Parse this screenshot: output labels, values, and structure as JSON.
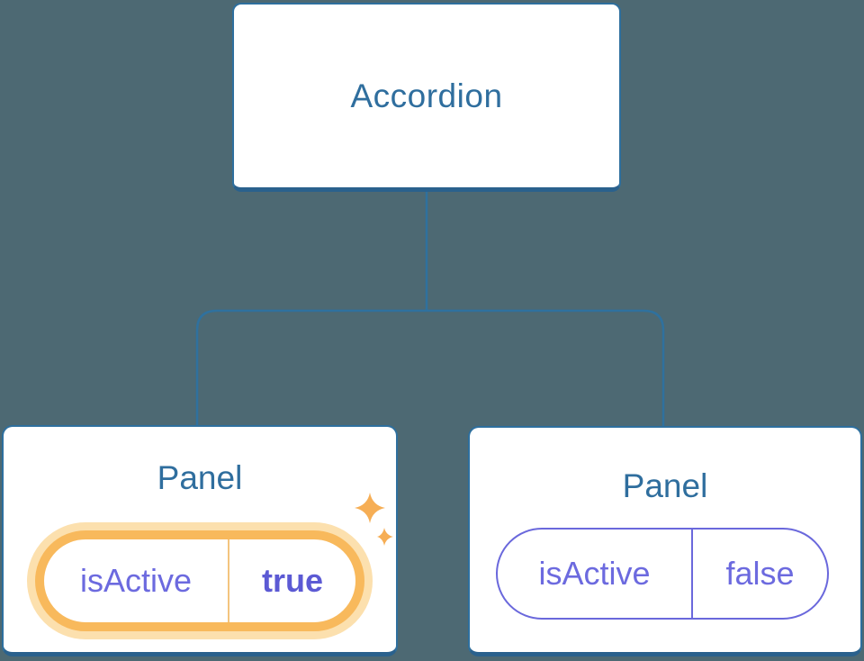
{
  "tree": {
    "root": {
      "label": "Accordion"
    },
    "children": [
      {
        "label": "Panel",
        "prop": {
          "name": "isActive",
          "value": "true"
        },
        "highlighted": true
      },
      {
        "label": "Panel",
        "prop": {
          "name": "isActive",
          "value": "false"
        },
        "highlighted": false
      }
    ]
  },
  "icons": {
    "sparkles": "state-updated sparkle glyphs (two 4-point stars)"
  },
  "colors": {
    "background": "#4D6973",
    "node_border_blue": "#2E6F9E",
    "node_border_bottom_blue": "#2A618D",
    "node_text_blue": "#2F6E9E",
    "connector_blue": "#2F719E",
    "highlight_orange": "#F8B95C",
    "highlight_halo_orange": "#FCE0AE",
    "highlight_divider_orange": "#F3C47E",
    "sparkle_orange": "#F6AE55",
    "prop_text_purple": "#6C6ADF",
    "prop_value_bold_purple": "#5C5AD4",
    "pill_border_purple": "#6A68DC"
  }
}
